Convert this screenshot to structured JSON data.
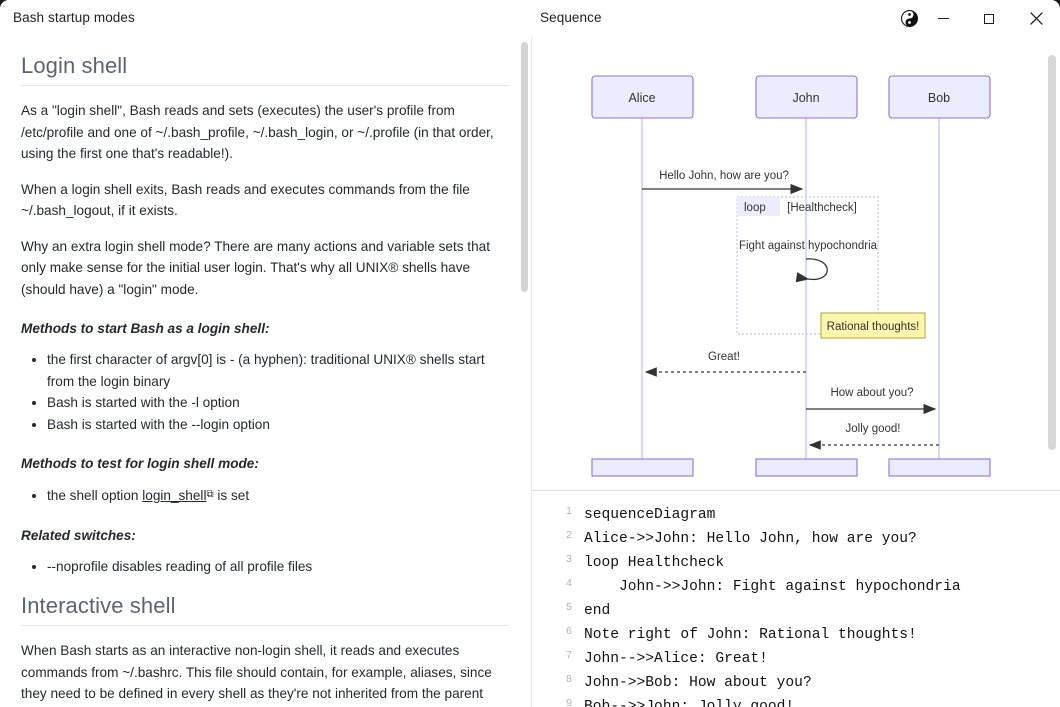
{
  "window": {
    "doc_title": "Bash startup modes",
    "preview_title": "Sequence",
    "controls": {
      "theme_toggle": "yin-yang-icon",
      "minimize": "minimize-icon",
      "maximize": "maximize-icon",
      "close": "close-icon"
    }
  },
  "document": {
    "sections": [
      {
        "heading": "Login shell",
        "paragraphs": [
          "As a \"login shell\", Bash reads and sets (executes) the user's profile from /etc/profile and one of ~/.bash_profile, ~/.bash_login, or ~/.profile (in that order, using the first one that's readable!).",
          "When a login shell exits, Bash reads and executes commands from the file ~/.bash_logout, if it exists.",
          "Why an extra login shell mode? There are many actions and variable sets that only make sense for the initial user login. That's why all UNIX® shells have (should have) a \"login\" mode."
        ],
        "sub1_heading": "Methods to start Bash as a login shell:",
        "sub1_items": [
          "the first character of argv[0] is - (a hyphen): traditional UNIX® shells start from the login binary",
          "Bash is started with the -l option",
          "Bash is started with the --login option"
        ],
        "sub2_heading": "Methods to test for login shell mode:",
        "sub2_item_prefix": "the shell option ",
        "sub2_item_link": "login_shell",
        "sub2_item_suffix": " is set",
        "sub3_heading": "Related switches:",
        "sub3_items": [
          "--noprofile disables reading of all profile files"
        ]
      },
      {
        "heading": "Interactive shell",
        "paragraphs": [
          "When Bash starts as an interactive non-login shell, it reads and executes commands from ~/.bashrc. This file should contain, for example, aliases, since they need to be defined in every shell as they're not inherited from the parent shell."
        ]
      }
    ]
  },
  "diagram": {
    "type": "sequence",
    "actors": [
      "Alice",
      "John",
      "Bob"
    ],
    "messages": [
      {
        "from": "Alice",
        "to": "John",
        "label": "Hello John, how are you?",
        "style": "solid"
      },
      {
        "from": "John",
        "to": "John",
        "label": "Fight against hypochondria",
        "style": "self-loop"
      },
      {
        "from": "John",
        "to": "Alice",
        "label": "Great!",
        "style": "dashed"
      },
      {
        "from": "John",
        "to": "Bob",
        "label": "How about you?",
        "style": "solid"
      },
      {
        "from": "Bob",
        "to": "John",
        "label": "Jolly good!",
        "style": "dashed"
      }
    ],
    "loop": {
      "keyword": "loop",
      "condition": "[Healthcheck]"
    },
    "note": {
      "text": "Rational thoughts!",
      "placement": "right of John"
    },
    "colors": {
      "actor_fill": "#ECECFF",
      "actor_stroke": "#9370DB",
      "lifeline": "#CDCDFF",
      "note_fill": "#FFF5AD",
      "note_stroke": "#AAAA33",
      "arrow": "#333333",
      "loop_stroke": "#CCCCFF",
      "text": "#333333"
    }
  },
  "editor": {
    "lines": [
      {
        "n": "1",
        "text": "sequenceDiagram"
      },
      {
        "n": "2",
        "text": "Alice->>John: Hello John, how are you?"
      },
      {
        "n": "3",
        "text": "loop Healthcheck"
      },
      {
        "n": "4",
        "text": "    John->>John: Fight against hypochondria"
      },
      {
        "n": "5",
        "text": "end"
      },
      {
        "n": "6",
        "text": "Note right of John: Rational thoughts!"
      },
      {
        "n": "7",
        "text": "John-->>Alice: Great!"
      },
      {
        "n": "8",
        "text": "John->>Bob: How about you?"
      },
      {
        "n": "9",
        "text": "Bob-->>John: Jolly good!"
      }
    ]
  }
}
